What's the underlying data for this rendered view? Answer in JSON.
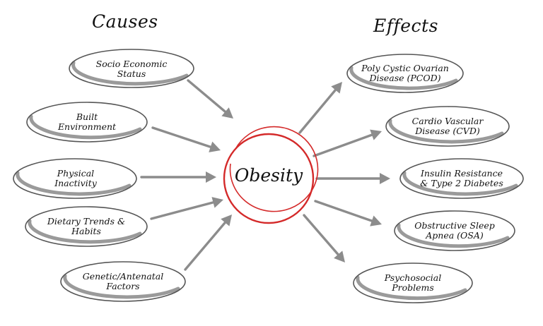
{
  "headings": {
    "causes": "Causes",
    "effects": "Effects"
  },
  "center": {
    "label": "Obesity",
    "ring_color": "#d42a2a"
  },
  "causes": [
    {
      "label": "Socio Economic\nStatus"
    },
    {
      "label": "Built\nEnvironment"
    },
    {
      "label": "Physical\nInactivity"
    },
    {
      "label": "Dietary Trends &\nHabits"
    },
    {
      "label": "Genetic/Antenatal\nFactors"
    }
  ],
  "effects": [
    {
      "label": "Poly Cystic Ovarian\nDisease (PCOD)"
    },
    {
      "label": "Cardio Vascular\nDisease (CVD)"
    },
    {
      "label": "Insulin Resistance\n& Type 2 Diabetes"
    },
    {
      "label": "Obstructive Sleep\nApnea (OSA)"
    },
    {
      "label": "Psychosocial\nProblems"
    }
  ],
  "colors": {
    "arrow": "#8c8c8c",
    "ellipse_stroke": "#555555",
    "ellipse_shadow": "#9a9a9a"
  }
}
